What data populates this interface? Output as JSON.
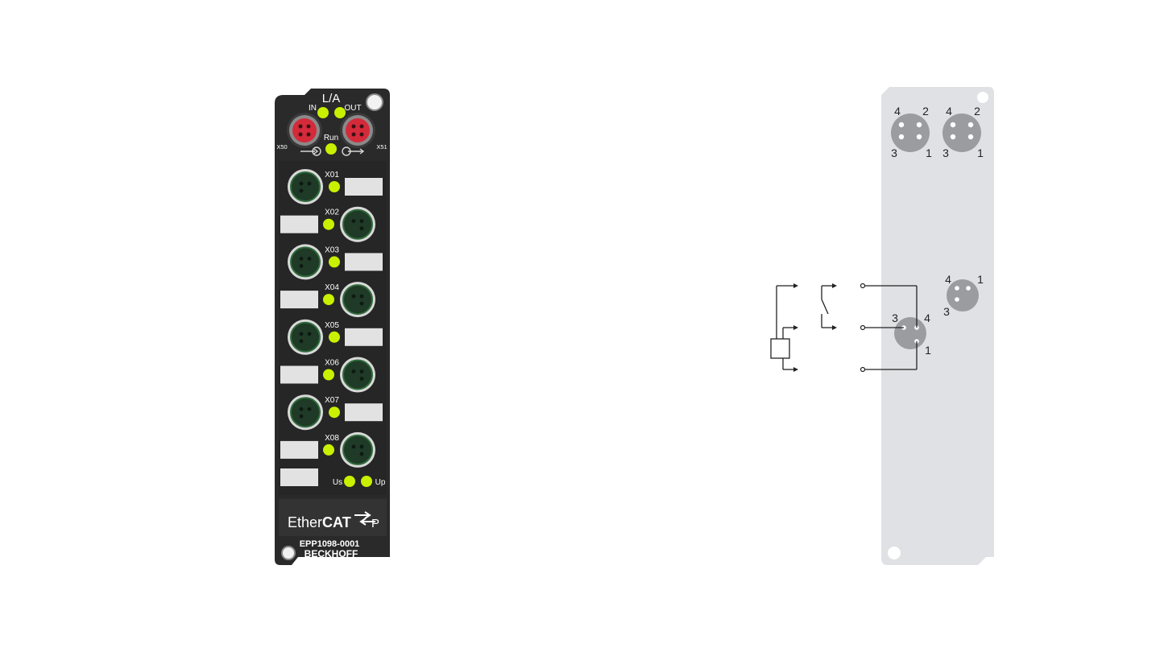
{
  "device": {
    "la_label": "L/A",
    "in_label": "IN",
    "out_label": "OUT",
    "run_label": "Run",
    "x50_label": "X50",
    "x51_label": "X51",
    "channels": [
      {
        "label": "X01"
      },
      {
        "label": "X02"
      },
      {
        "label": "X03"
      },
      {
        "label": "X04"
      },
      {
        "label": "X05"
      },
      {
        "label": "X06"
      },
      {
        "label": "X07"
      },
      {
        "label": "X08"
      }
    ],
    "us_label": "Us",
    "up_label": "Up",
    "brand_ether": "Ether",
    "brand_cat": "CAT",
    "brand_p": "P",
    "model": "EPP1098-0001",
    "manufacturer": "BECKHOFF",
    "colors": {
      "housing": "#2b2b2b",
      "led_green": "#c8f000",
      "ethercat_red": "#d42a3a",
      "label_field": "#e2e2e2"
    }
  },
  "pinout": {
    "ethercat_pins_left": {
      "p4": "4",
      "p2": "2",
      "p3": "3",
      "p1": "1"
    },
    "ethercat_pins_right": {
      "p4": "4",
      "p2": "2",
      "p3": "3",
      "p1": "1"
    },
    "m8_ref": {
      "p4": "4",
      "p1": "1",
      "p3": "3"
    },
    "m8_wired": {
      "p3": "3",
      "p4": "4",
      "p1": "1"
    },
    "colors": {
      "housing": "#dfe1e4",
      "connector": "#9a9ca0"
    }
  }
}
